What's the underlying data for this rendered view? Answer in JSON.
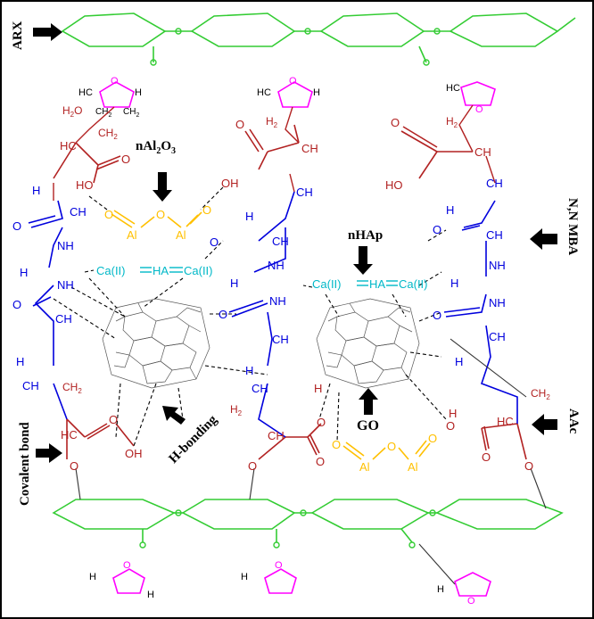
{
  "labels": {
    "arx": "ARX",
    "nal2o3": "nAl",
    "nal2o3_sub1": "2",
    "nal2o3_o": "O",
    "nal2o3_sub2": "3",
    "nhap": "nHAp",
    "go": "GO",
    "nn_mba": "N,N MBA",
    "aac": "AAc",
    "hbonding": "H-bonding",
    "covalent_bond": "Covalent bond"
  },
  "chem": {
    "hc": "HC",
    "ch": "CH",
    "h2c": "H",
    "ch2": "CH",
    "two": "2",
    "o": "O",
    "ho": "HO",
    "oh": "OH",
    "nh": "NH",
    "al": "Al",
    "h": "H",
    "ca": "Ca(II)",
    "ha": "HA"
  },
  "colors": {
    "saccharide": "#33cc33",
    "ring": "#ff00ff",
    "acrylic": "#b22222",
    "mba": "#0000dd",
    "nhap": "#00b8c8",
    "al2o3": "#ffc000",
    "go": "#555555"
  }
}
